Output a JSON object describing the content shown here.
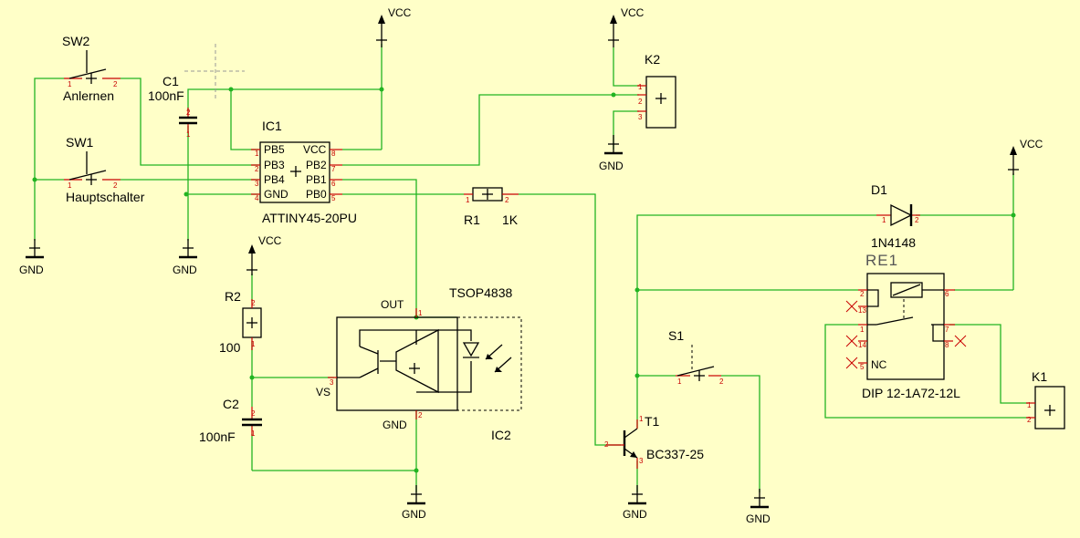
{
  "labels": {
    "sw2": "SW2",
    "sw2_val": "Anlernen",
    "sw1": "SW1",
    "sw1_val": "Hauptschalter",
    "c1": "C1",
    "c1_val": "100nF",
    "ic1": "IC1",
    "ic1_val": "ATTINY45-20PU",
    "ic1_pb5": "PB5",
    "ic1_pb3": "PB3",
    "ic1_pb4": "PB4",
    "ic1_gnd": "GND",
    "ic1_vcc": "VCC",
    "ic1_pb2": "PB2",
    "ic1_pb1": "PB1",
    "ic1_pb0": "PB0",
    "k2": "K2",
    "k1": "K1",
    "r1": "R1",
    "r1_val": "1K",
    "r2": "R2",
    "r2_val": "100",
    "c2": "C2",
    "c2_val": "100nF",
    "ic2": "IC2",
    "ic2_val": "TSOP4838",
    "ic2_out": "OUT",
    "ic2_vs": "VS",
    "ic2_gnd": "GND",
    "t1": "T1",
    "t1_val": "BC337-25",
    "s1": "S1",
    "d1": "D1",
    "d1_val": "1N4148",
    "re1": "RE1",
    "re1_val": "DIP 12-1A72-12L",
    "re1_nc": "NC",
    "vcc": "VCC",
    "gnd": "GND"
  },
  "pins": {
    "p1": "1",
    "p2": "2",
    "p3": "3",
    "p4": "4",
    "p5": "5",
    "p6": "6",
    "p7": "7",
    "p8": "8",
    "p13": "13",
    "p14": "14"
  }
}
